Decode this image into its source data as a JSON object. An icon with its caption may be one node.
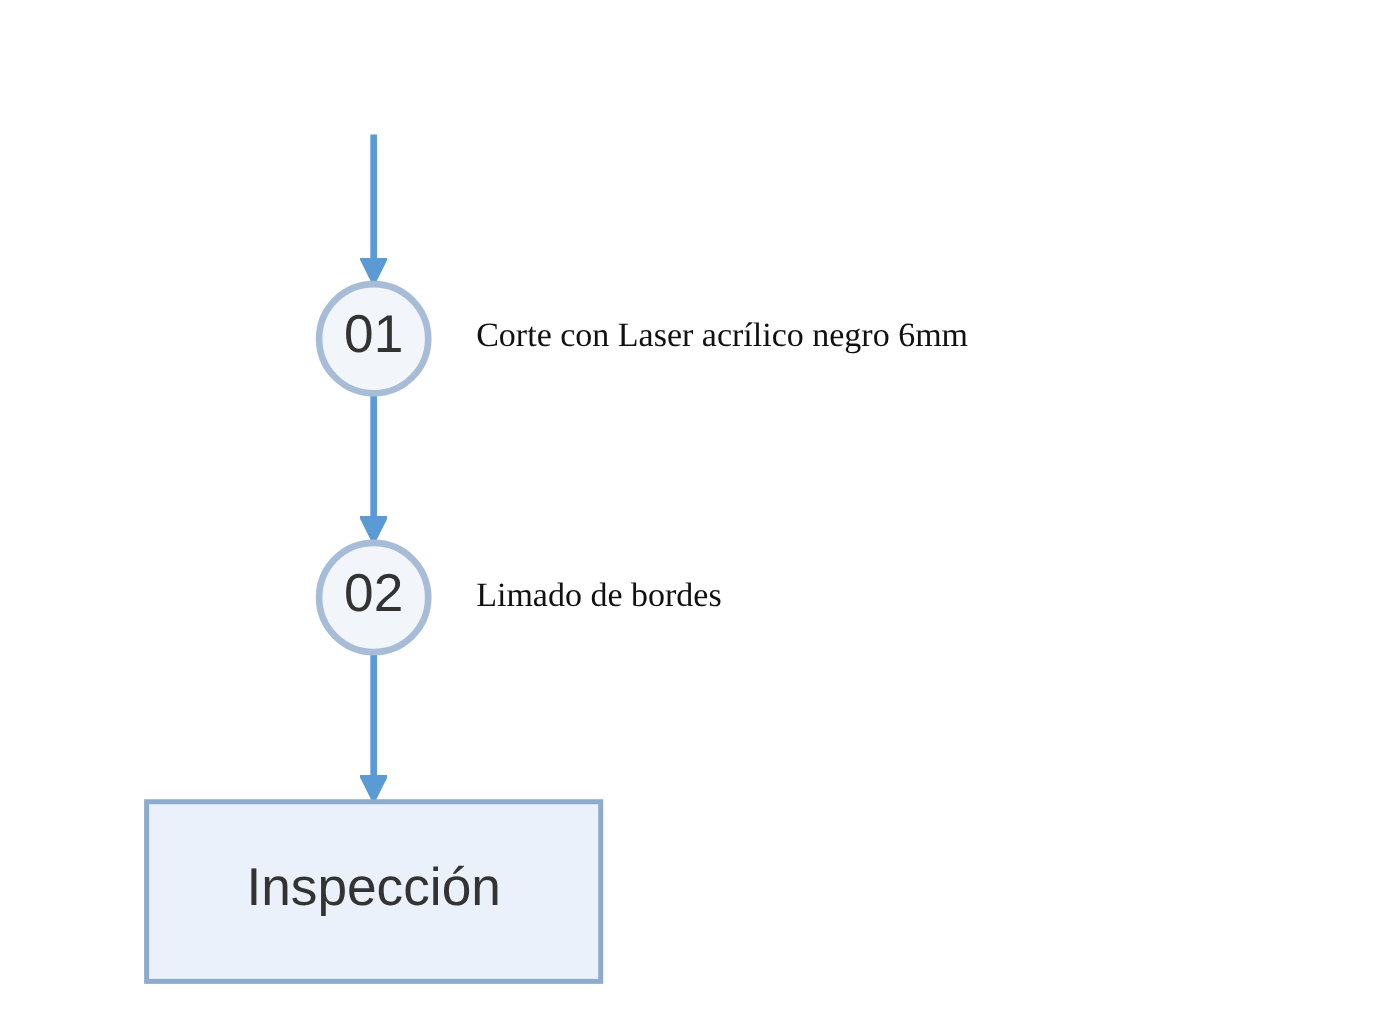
{
  "diagram": {
    "nodes": [
      {
        "text": [
          "01"
        ],
        "beside": [
          "Corte con Laser acrílico negro 6mm"
        ]
      },
      {
        "text": [
          "02"
        ],
        "beside": [
          "Limado de bordes"
        ]
      },
      {
        "text": [
          "Inspección"
        ]
      }
    ],
    "edges": [
      {
        "from": null,
        "to": 0,
        "arrow": "to"
      },
      {
        "from": 0,
        "to": 1,
        "arrow": "to"
      },
      {
        "from": 1,
        "to": 2,
        "arrow": "to"
      }
    ]
  }
}
